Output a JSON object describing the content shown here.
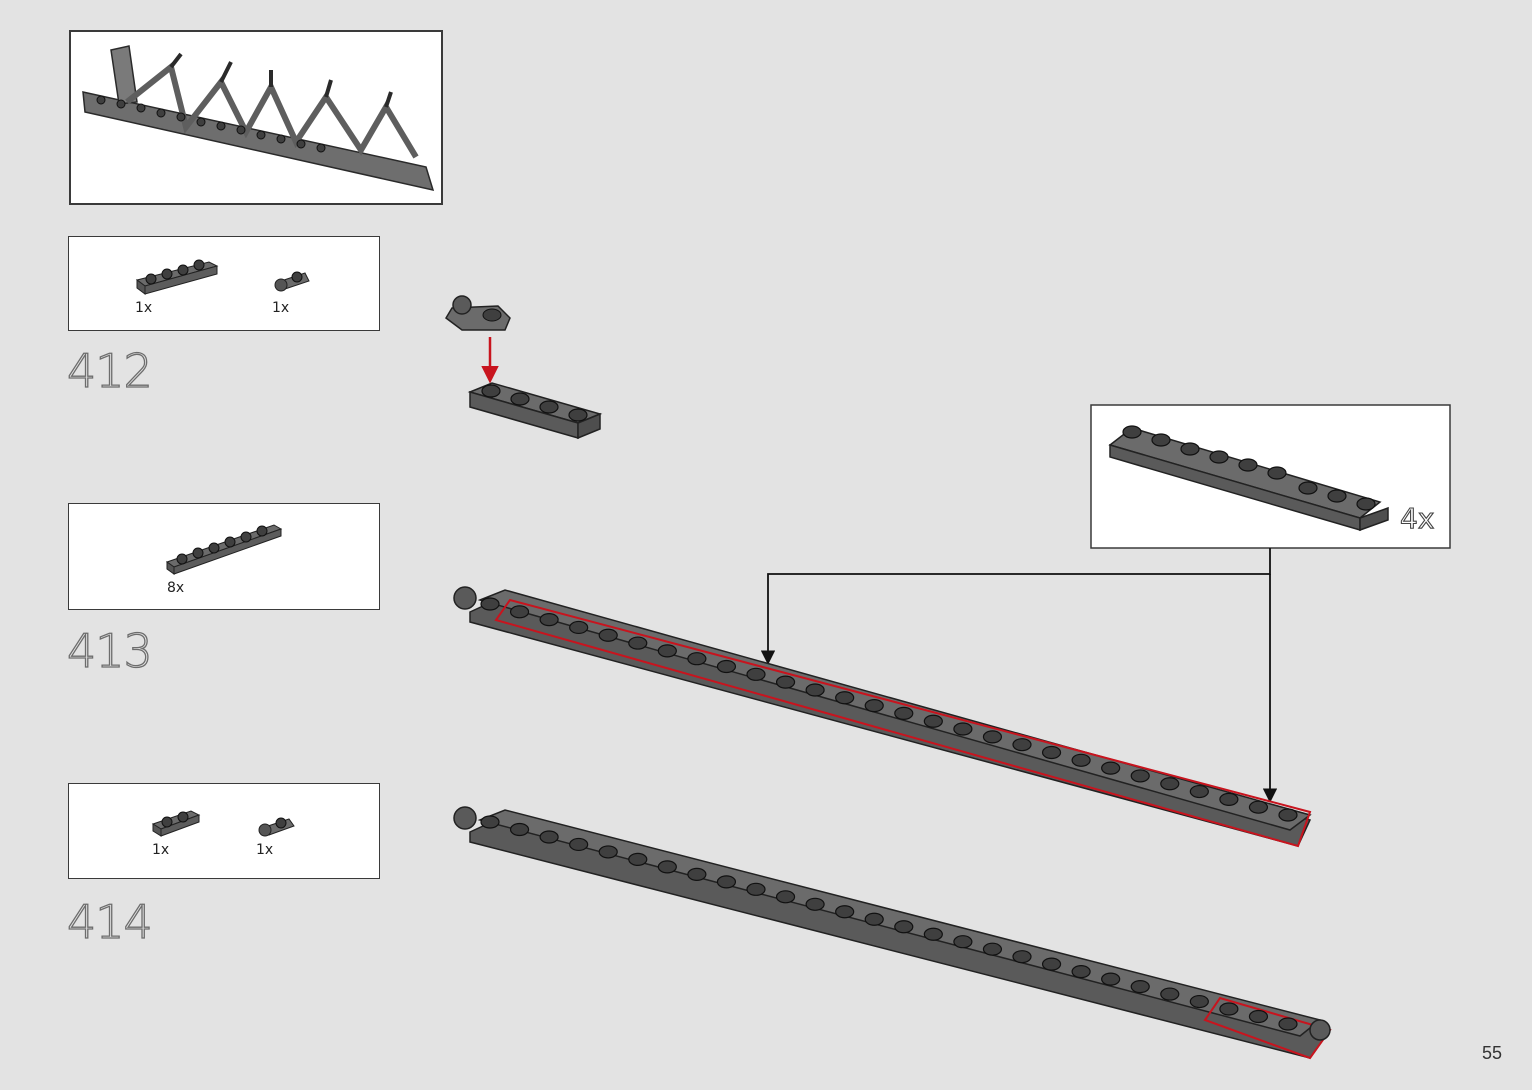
{
  "colors": {
    "background": "#e3e3e3",
    "brick": "#6b6b6b",
    "stud": "#3f3f3f",
    "highlight": "#c8141e",
    "arrow": "#c8141e"
  },
  "steps": [
    {
      "number": "412",
      "parts": [
        {
          "name": "plate-1x4",
          "qty": "1x"
        },
        {
          "name": "plate-1x1-with-clip",
          "qty": "1x"
        }
      ]
    },
    {
      "number": "413",
      "parts": [
        {
          "name": "plate-1x6",
          "qty": "8x"
        }
      ]
    },
    {
      "number": "414",
      "parts": [
        {
          "name": "plate-1x2",
          "qty": "1x"
        },
        {
          "name": "plate-1x1-with-clip",
          "qty": "1x"
        }
      ]
    }
  ],
  "subassembly": {
    "multiplier": "4x"
  },
  "page_number": "55"
}
